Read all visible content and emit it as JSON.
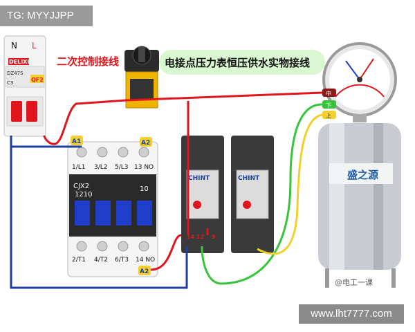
{
  "watermark": "TG: MYYJJPP",
  "site": "www.lht7777.com",
  "title": "电接点压力表恒压供水实物接线",
  "secondary_label": "二次控制接线",
  "breaker": {
    "n": "N",
    "l": "L",
    "brand": "DELIXI",
    "model": "DZ47S",
    "rating": "C3",
    "tag": "QF2"
  },
  "contactor": {
    "a1": "A1",
    "a2_top": "A2",
    "a2_bottom": "A2",
    "top_terminals": [
      "1/L1",
      "3/L2",
      "5/L3",
      "13 NO"
    ],
    "model": "CJX2",
    "code": "1210",
    "rating": "10",
    "bottom_terminals": [
      "2/T1",
      "4/T2",
      "6/T3",
      "14 NO"
    ]
  },
  "relay_brand": "CHINT",
  "relay_pins": [
    "14",
    "12",
    "9"
  ],
  "tank_brand": "盛之源",
  "gauge_markers": [
    "中",
    "下",
    "上"
  ],
  "credit": "@电工一课",
  "colors": {
    "red_wire": "#e0151b",
    "blue_wire": "#1d3f9e",
    "green_wire": "#36c43a",
    "yellow_wire": "#f2d02b"
  }
}
